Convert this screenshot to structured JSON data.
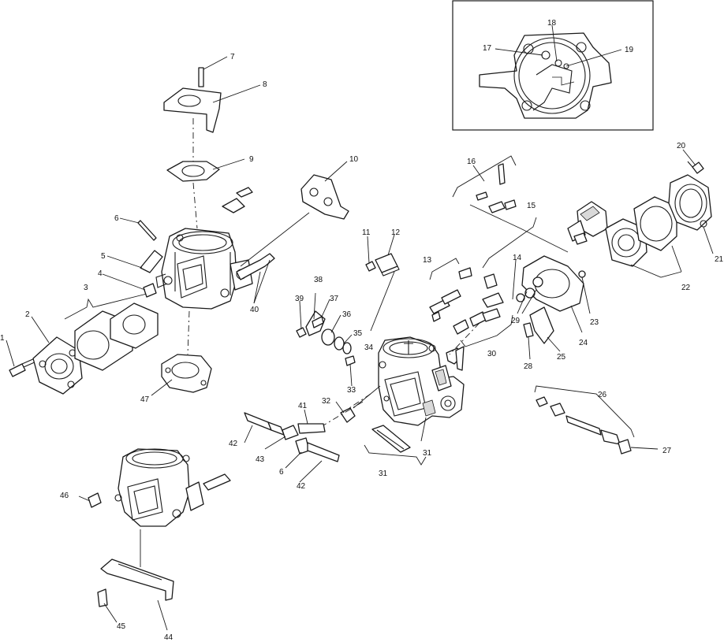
{
  "callouts": {
    "c1": "1",
    "c2": "2",
    "c3": "3",
    "c4": "4",
    "c5": "5",
    "c6a": "6",
    "c6b": "6",
    "c7": "7",
    "c8": "8",
    "c9": "9",
    "c10": "10",
    "c11": "11",
    "c12": "12",
    "c13": "13",
    "c14": "14",
    "c15": "15",
    "c16": "16",
    "c17": "17",
    "c18": "18",
    "c19": "19",
    "c20": "20",
    "c21": "21",
    "c22": "22",
    "c23": "23",
    "c24": "24",
    "c25": "25",
    "c26": "26",
    "c27": "27",
    "c28": "28",
    "c29": "29",
    "c30": "30",
    "c31a": "31",
    "c31b": "31",
    "c32": "32",
    "c33": "33",
    "c34": "34",
    "c35": "35",
    "c36": "36",
    "c37": "37",
    "c38": "38",
    "c39": "39",
    "c40": "40",
    "c41": "41",
    "c42a": "42",
    "c42b": "42",
    "c43": "43",
    "c44": "44",
    "c45": "45",
    "c46": "46",
    "c47": "47"
  }
}
